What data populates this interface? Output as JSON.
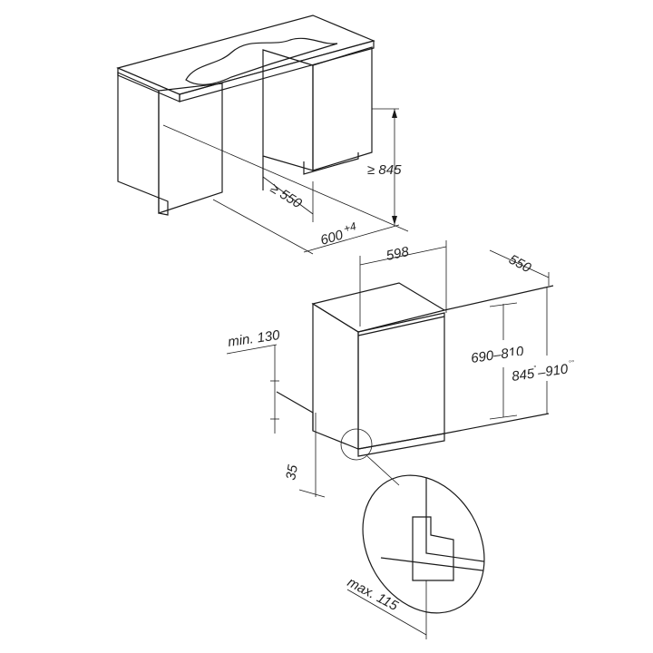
{
  "title": "Dishwasher installation dimensions",
  "colors": {
    "line": "#1a1a1a",
    "panel": "#ffffff",
    "top": "#d9d9d9",
    "shade": "#c8c8c8"
  },
  "niche": {
    "height_label": "≥ 845",
    "depth_label": "≥ 550",
    "width_label": "600",
    "width_tolerance": "+4"
  },
  "appliance": {
    "width_label": "598",
    "depth_label": "550",
    "height_range_label": "690–810",
    "niche_height_label": "845",
    "niche_height_sup1": "°",
    "niche_height_label2": "–910",
    "niche_height_sup2": "°°",
    "plinth_label": "min. 130",
    "plinth_depth_label": "35",
    "detail_label": "max. 115"
  }
}
